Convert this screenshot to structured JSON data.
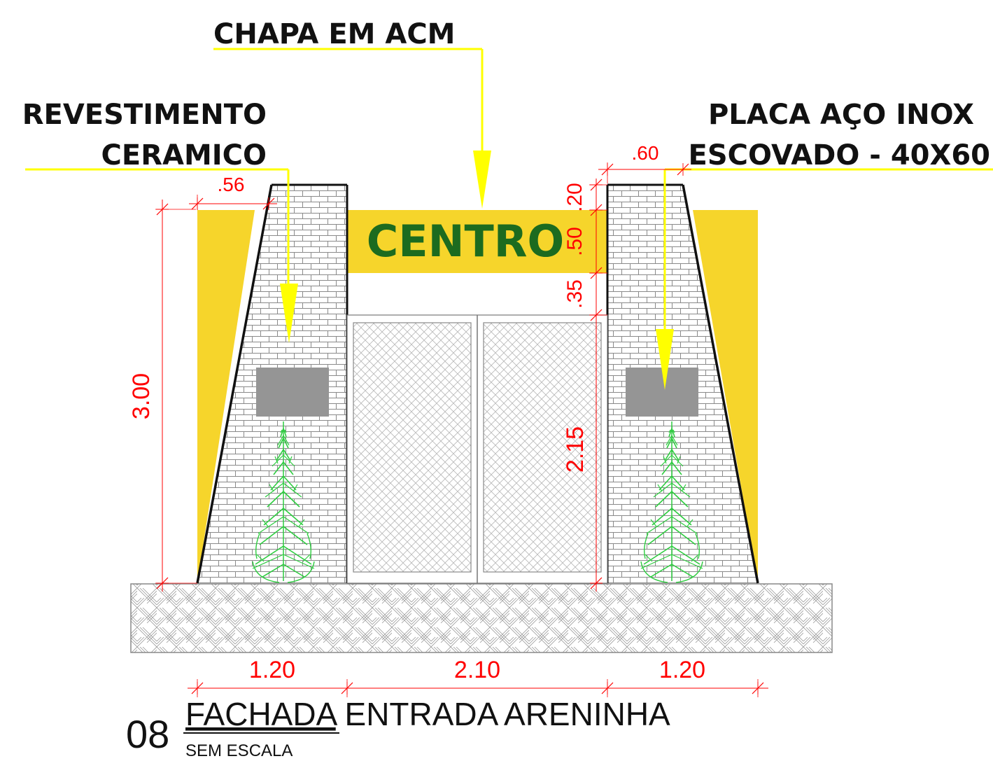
{
  "colors": {
    "yellow_panel": "#f6d52b",
    "leader": "#ffff00",
    "dimension": "#ff0000",
    "sign_text": "#1c6b1f",
    "plant": "#2ecc40",
    "plaque": "#959595"
  },
  "labels": {
    "acm": "CHAPA EM ACM",
    "ceramic_line1": "REVESTIMENTO",
    "ceramic_line2": "CERAMICO",
    "inox_line1": "PLACA AÇO INOX",
    "inox_line2": "ESCOVADO - 40X60"
  },
  "sign": {
    "text": "CENTRO"
  },
  "dimensions": {
    "height_total": "3.00",
    "left_width": ".56",
    "right_width": ".60",
    "sign_top": ".20",
    "sign_height": ".50",
    "sign_gap": ".35",
    "door_height": "2.15",
    "pillar_left": "1.20",
    "door_width": "2.10",
    "pillar_right": "1.20"
  },
  "title": {
    "number": "08",
    "word1": "FACHADA",
    "rest": " ENTRADA ARENINHA",
    "scale": "SEM ESCALA"
  }
}
